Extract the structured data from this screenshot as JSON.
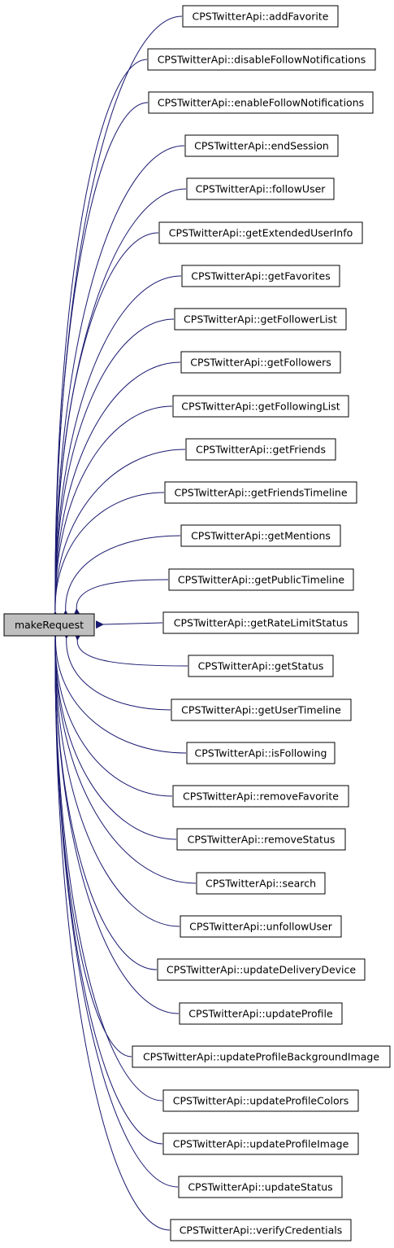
{
  "target": {
    "label": "makeRequest",
    "fill": "#bfbfbf"
  },
  "callers": [
    "CPSTwitterApi::addFavorite",
    "CPSTwitterApi::disableFollowNotifications",
    "CPSTwitterApi::enableFollowNotifications",
    "CPSTwitterApi::endSession",
    "CPSTwitterApi::followUser",
    "CPSTwitterApi::getExtendedUserInfo",
    "CPSTwitterApi::getFavorites",
    "CPSTwitterApi::getFollowerList",
    "CPSTwitterApi::getFollowers",
    "CPSTwitterApi::getFollowingList",
    "CPSTwitterApi::getFriends",
    "CPSTwitterApi::getFriendsTimeline",
    "CPSTwitterApi::getMentions",
    "CPSTwitterApi::getPublicTimeline",
    "CPSTwitterApi::getRateLimitStatus",
    "CPSTwitterApi::getStatus",
    "CPSTwitterApi::getUserTimeline",
    "CPSTwitterApi::isFollowing",
    "CPSTwitterApi::removeFavorite",
    "CPSTwitterApi::removeStatus",
    "CPSTwitterApi::search",
    "CPSTwitterApi::unfollowUser",
    "CPSTwitterApi::updateDeliveryDevice",
    "CPSTwitterApi::updateProfile",
    "CPSTwitterApi::updateProfileBackgroundImage",
    "CPSTwitterApi::updateProfileColors",
    "CPSTwitterApi::updateProfileImage",
    "CPSTwitterApi::updateStatus",
    "CPSTwitterApi::verifyCredentials"
  ],
  "colors": {
    "edge": "#191970",
    "node_border": "#000000",
    "node_fill": "#ffffff"
  }
}
